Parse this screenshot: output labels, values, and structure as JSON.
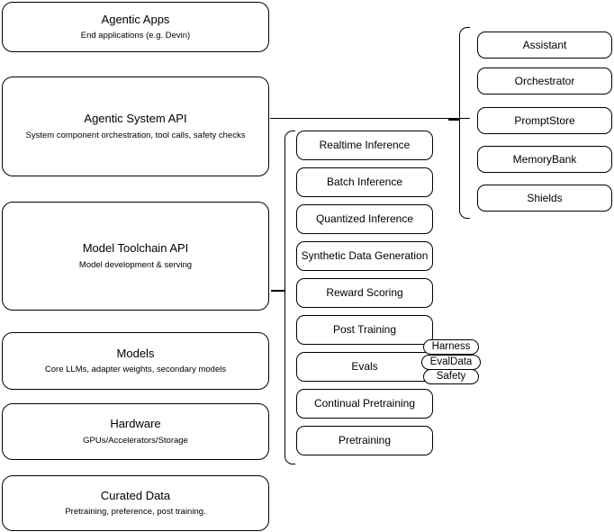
{
  "diagram": {
    "title": "AI stack layers diagram",
    "stroke_color": "#000000",
    "background_color": "#ffffff"
  },
  "layers": [
    {
      "id": "agentic-apps",
      "title": "Agentic Apps",
      "subtitle": "End applications (e.g. Devin)"
    },
    {
      "id": "agentic-system-api",
      "title": "Agentic System API",
      "subtitle": "System component orchestration, tool calls, safety checks"
    },
    {
      "id": "model-toolchain-api",
      "title": "Model Toolchain API",
      "subtitle": "Model development & serving"
    },
    {
      "id": "models",
      "title": "Models",
      "subtitle": "Core LLMs, adapter weights, secondary models"
    },
    {
      "id": "hardware",
      "title": "Hardware",
      "subtitle": "GPUs/Accelerators/Storage"
    },
    {
      "id": "curated-data",
      "title": "Curated Data",
      "subtitle": "Pretraining, preference, post training."
    }
  ],
  "toolchain_capabilities": [
    {
      "id": "realtime-inference",
      "label": "Realtime Inference"
    },
    {
      "id": "batch-inference",
      "label": "Batch Inference"
    },
    {
      "id": "quantized-inference",
      "label": "Quantized Inference"
    },
    {
      "id": "synthetic-data-generation",
      "label": "Synthetic Data Generation"
    },
    {
      "id": "reward-scoring",
      "label": "Reward Scoring"
    },
    {
      "id": "post-training",
      "label": "Post Training"
    },
    {
      "id": "evals",
      "label": "Evals"
    },
    {
      "id": "continual-pretraining",
      "label": "Continual Pretraining"
    },
    {
      "id": "pretraining",
      "label": "Pretraining"
    }
  ],
  "evals_badges": [
    {
      "id": "harness",
      "label": "Harness"
    },
    {
      "id": "evaldata",
      "label": "EvalData"
    },
    {
      "id": "safety",
      "label": "Safety"
    }
  ],
  "system_components": [
    {
      "id": "assistant",
      "label": "Assistant"
    },
    {
      "id": "orchestrator",
      "label": "Orchestrator"
    },
    {
      "id": "promptstore",
      "label": "PromptStore"
    },
    {
      "id": "memorybank",
      "label": "MemoryBank"
    },
    {
      "id": "shields",
      "label": "Shields"
    }
  ]
}
